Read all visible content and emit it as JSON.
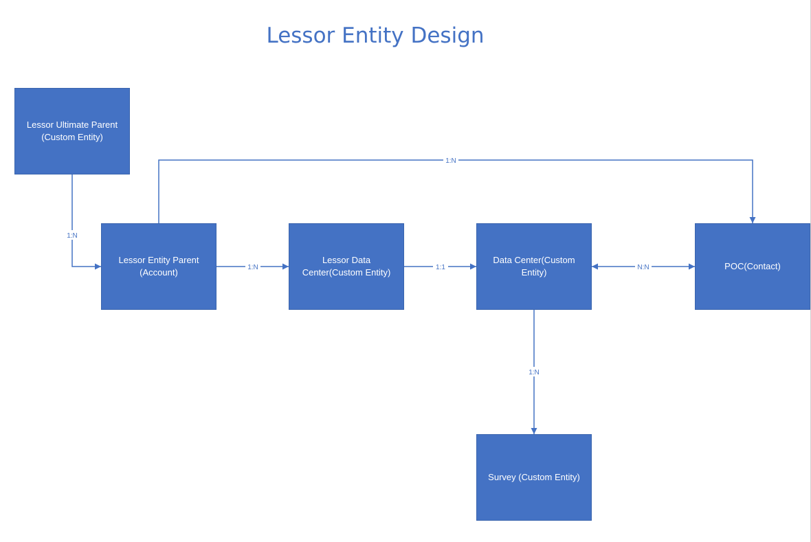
{
  "title": "Lessor Entity Design",
  "colors": {
    "box_fill": "#4472c4",
    "line": "#4472c4",
    "title": "#4472c4",
    "box_text": "#ffffff"
  },
  "entities": {
    "ultimate_parent": "Lessor Ultimate Parent\n(Custom Entity)",
    "entity_parent": "Lessor Entity Parent\n(Account)",
    "lessor_data_center": "Lessor Data\nCenter(Custom Entity)",
    "data_center": "Data Center(Custom\nEntity)",
    "poc": "POC(Contact)",
    "survey": "Survey (Custom Entity)"
  },
  "relationships": {
    "ultimate_to_parent": "1:N",
    "parent_to_poc": "1:N",
    "parent_to_lessor_dc": "1:N",
    "lessor_dc_to_dc": "1:1",
    "dc_to_poc": "N:N",
    "dc_to_survey": "1:N"
  }
}
